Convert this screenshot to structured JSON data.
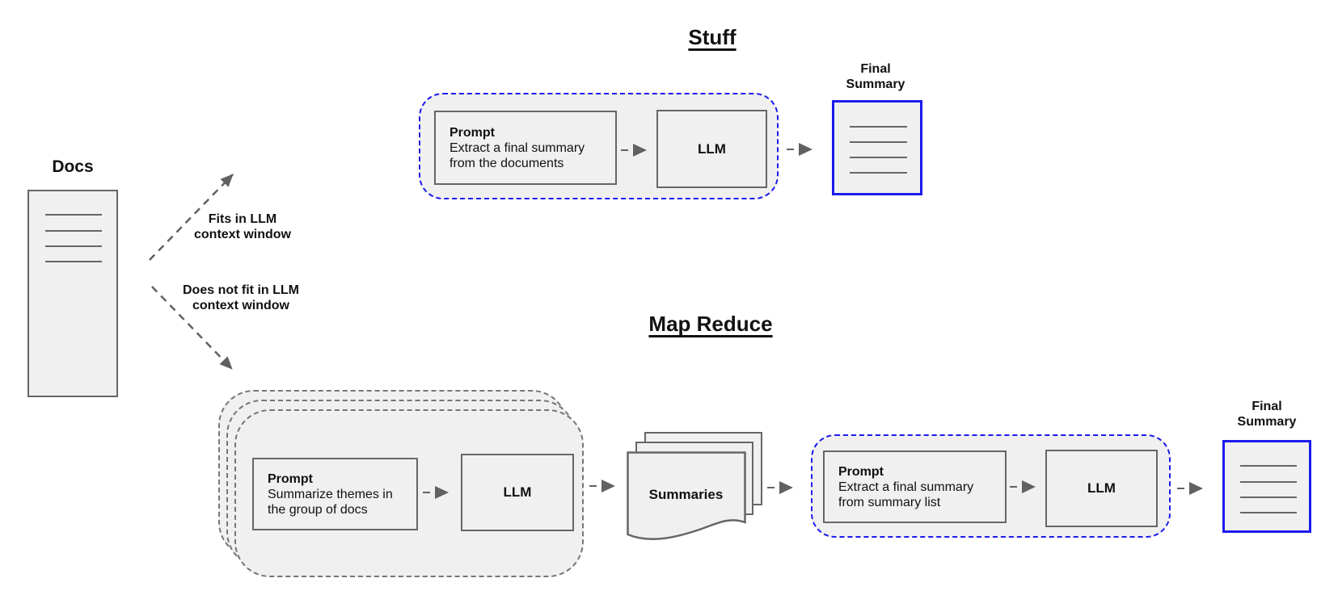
{
  "colors": {
    "background": "#ffffff",
    "fill": "#f0f0f0",
    "border": "#666666",
    "blue": "#1b1bee",
    "arrow": "#616161",
    "text": "#111111"
  },
  "docs": {
    "label": "Docs"
  },
  "branches": {
    "fits": {
      "line1": "Fits in LLM",
      "line2": "context window"
    },
    "does_not_fit": {
      "line1": "Does not fit in LLM",
      "line2": "context window"
    }
  },
  "stuff": {
    "title": "Stuff",
    "prompt": {
      "heading": "Prompt",
      "line1": "Extract a final summary",
      "line2": "from the documents"
    },
    "llm": "LLM",
    "output": {
      "line1": "Final",
      "line2": "Summary"
    }
  },
  "map_reduce": {
    "title": "Map Reduce",
    "map_prompt": {
      "heading": "Prompt",
      "line1": "Summarize themes in",
      "line2": "the group of docs"
    },
    "map_llm": "LLM",
    "summaries": "Summaries",
    "reduce_prompt": {
      "heading": "Prompt",
      "line1": "Extract a final summary",
      "line2": "from summary list"
    },
    "reduce_llm": "LLM",
    "output": {
      "line1": "Final",
      "line2": "Summary"
    }
  }
}
